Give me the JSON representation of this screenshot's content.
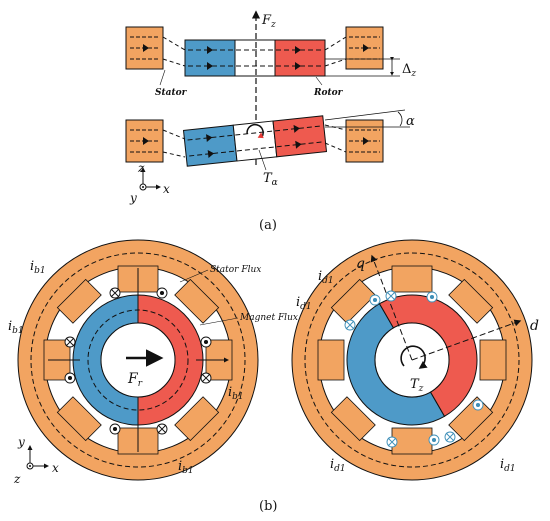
{
  "colors": {
    "stator_orange": "#F2A461",
    "stator_orange_dark": "#E08A3C",
    "rotor_red": "#EE5A4F",
    "rotor_blue": "#4E9AC8",
    "line": "#111111"
  },
  "panel_a": {
    "caption": "(a)",
    "label_force": "F",
    "label_force_sub": "z",
    "label_displacement": "Δ",
    "label_displacement_sub": "z",
    "label_stator": "Stator",
    "label_rotor": "Rotor",
    "label_torque": "T",
    "label_torque_sub": "α",
    "label_angle": "α",
    "axis_z": "z",
    "axis_y": "y",
    "axis_x": "x"
  },
  "panel_b": {
    "caption": "(b)",
    "left_motor": {
      "label_stator_flux": "Stator Flux",
      "label_magnet_flux": "Magnet Flux",
      "label_force": "F",
      "label_force_sub": "r",
      "current_labels": [
        {
          "main": "i",
          "sub": "b1"
        },
        {
          "main": "i",
          "sub": "b1"
        },
        {
          "main": "i",
          "sub": "b1"
        },
        {
          "main": "i",
          "sub": "b1"
        }
      ],
      "axis_y": "y",
      "axis_z": "z",
      "axis_x": "x"
    },
    "right_motor": {
      "label_q": "q",
      "label_d": "d",
      "label_torque": "T",
      "label_torque_sub": "z",
      "current_labels": [
        {
          "main": "i",
          "sub": "d1"
        },
        {
          "main": "i",
          "sub": "d1"
        },
        {
          "main": "i",
          "sub": "d1"
        },
        {
          "main": "i",
          "sub": "d1"
        }
      ]
    }
  }
}
